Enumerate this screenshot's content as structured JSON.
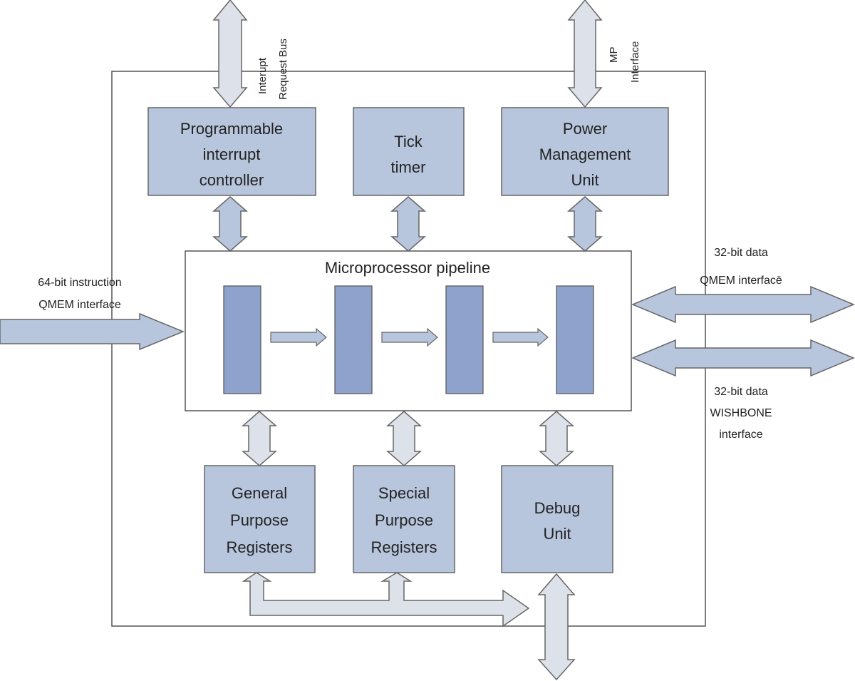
{
  "colors": {
    "block_fill": "#b8c6dd",
    "stage_fill": "#8fa2cc",
    "arrow_fill": "#dde2ea",
    "blue_arrow_fill": "#b8c6dd",
    "outline": "#666666"
  },
  "external": {
    "irq_bus": [
      "Interupt",
      "Request Bus"
    ],
    "mp_interface": [
      "MP",
      "Interface"
    ],
    "instr_qmem": [
      "64-bit instruction",
      "QMEM interface"
    ],
    "data_qmem": [
      "32-bit data",
      "QMEM interfacē"
    ],
    "data_wishbone": [
      "32-bit data",
      "WISHBONE",
      "interface"
    ]
  },
  "blocks": {
    "pic": [
      "Programmable",
      "interrupt",
      "controller"
    ],
    "tick": [
      "Tick",
      "timer"
    ],
    "pmu": [
      "Power",
      "Management",
      "Unit"
    ],
    "gpr": [
      "General",
      "Purpose",
      "Registers"
    ],
    "spr": [
      "Special",
      "Purpose",
      "Registers"
    ],
    "debug": [
      "Debug",
      "Unit"
    ]
  },
  "pipeline": {
    "title": "Microprocessor pipeline",
    "stage_count": 4
  }
}
